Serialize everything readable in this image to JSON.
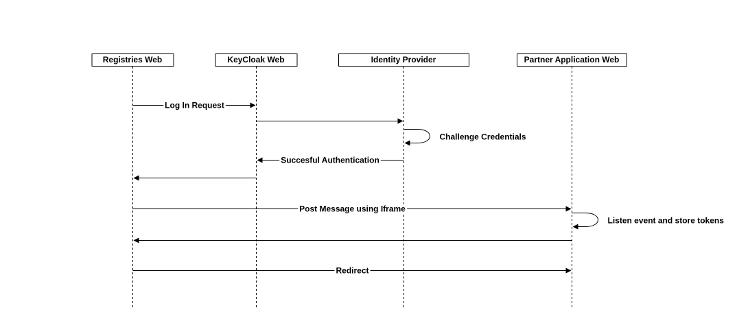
{
  "diagram": {
    "type": "sequence",
    "participants": [
      {
        "id": "registries",
        "label": "Registries Web"
      },
      {
        "id": "keycloak",
        "label": "KeyCloak Web"
      },
      {
        "id": "idp",
        "label": "Identity Provider"
      },
      {
        "id": "partner",
        "label": "Partner Application Web"
      }
    ],
    "messages": [
      {
        "from": "registries",
        "to": "keycloak",
        "label": "Log In Request"
      },
      {
        "from": "keycloak",
        "to": "idp",
        "label": ""
      },
      {
        "from": "idp",
        "to": "idp",
        "label": "Challenge Credentials"
      },
      {
        "from": "idp",
        "to": "keycloak",
        "label": "Succesful Authentication"
      },
      {
        "from": "keycloak",
        "to": "registries",
        "label": ""
      },
      {
        "from": "registries",
        "to": "partner",
        "label": "Post Message using Iframe"
      },
      {
        "from": "partner",
        "to": "partner",
        "label": "Listen event and store tokens"
      },
      {
        "from": "partner",
        "to": "registries",
        "label": ""
      },
      {
        "from": "registries",
        "to": "partner",
        "label": "Redirect"
      }
    ],
    "colors": {
      "line": "#000000",
      "box_fill": "#ffffff",
      "background": "#ffffff"
    }
  }
}
